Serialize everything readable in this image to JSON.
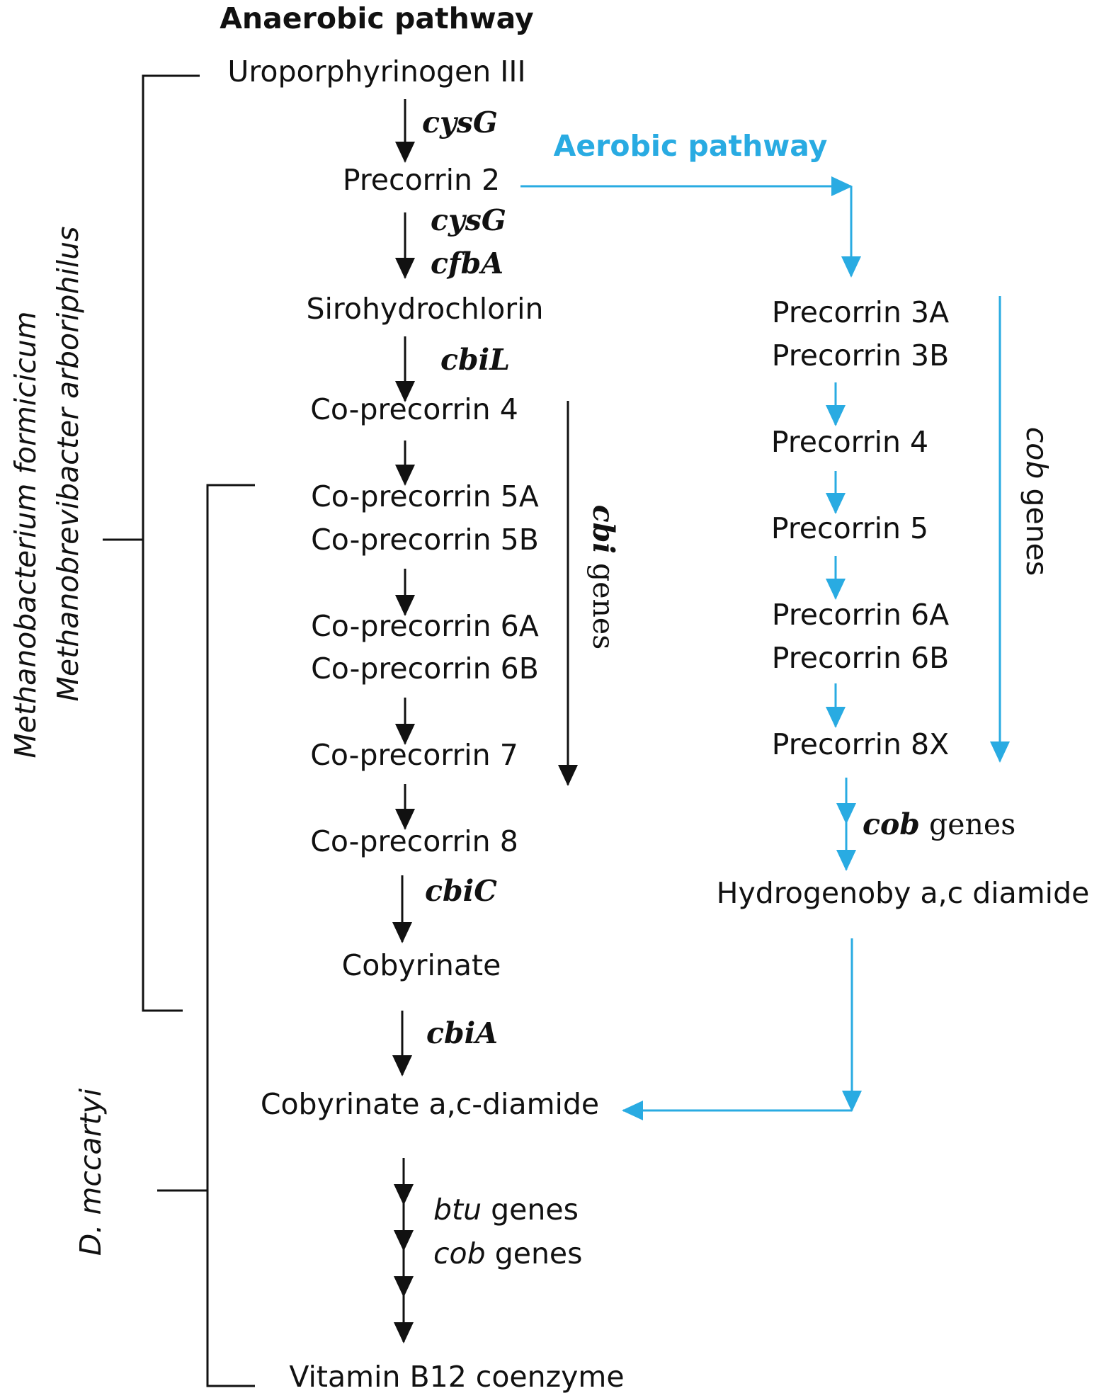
{
  "colors": {
    "anaerobic": "#111111",
    "aerobic": "#29abe2"
  },
  "titles": {
    "anaerobic": "Anaerobic pathway",
    "aerobic": "Aerobic pathway"
  },
  "anaerobic_nodes": {
    "uroporphyrinogen": "Uroporphyrinogen III",
    "precorrin2": "Precorrin 2",
    "sirohydrochlorin": "Sirohydrochlorin",
    "coprecorrin4": "Co-precorrin 4",
    "coprecorrin5a": "Co-precorrin 5A",
    "coprecorrin5b": "Co-precorrin 5B",
    "coprecorrin6a": "Co-precorrin 6A",
    "coprecorrin6b": "Co-precorrin 6B",
    "coprecorrin7": "Co-precorrin 7",
    "coprecorrin8": "Co-precorrin 8",
    "cobyrinate": "Cobyrinate",
    "cobyrinate_diamide": "Cobyrinate a,c-diamide",
    "vitamin_b12": "Vitamin B12 coenzyme"
  },
  "aerobic_nodes": {
    "precorrin3a": "Precorrin 3A",
    "precorrin3b": "Precorrin 3B",
    "precorrin4": "Precorrin 4",
    "precorrin5": "Precorrin 5",
    "precorrin6a": "Precorrin 6A",
    "precorrin6b": "Precorrin 6B",
    "precorrin8x": "Precorrin 8X",
    "hydrogenoby": "Hydrogenoby a,c diamide"
  },
  "genes": {
    "cysG_1": "cysG",
    "cysG_2": "cysG",
    "cfbA": "cfbA",
    "cbiL": "cbiL",
    "cbiC": "cbiC",
    "cbiA": "cbiA",
    "cbi_genes_italic": "cbi",
    "cbi_genes_word": " genes",
    "cob_genes_side_italic": "cob",
    "cob_genes_side_word": " genes",
    "cob_genes_aerobic_italic": "cob",
    "cob_genes_aerobic_word": " genes",
    "btu_italic": "btu",
    "btu_word": " genes",
    "cob_italic": "cob",
    "cob_word": " genes"
  },
  "organisms": {
    "methanobacterium": "Methanobacterium formicicum",
    "methanobrevibacter": "Methanobrevibacter arboriphilus",
    "dmccartyi": "D. mccartyi"
  }
}
